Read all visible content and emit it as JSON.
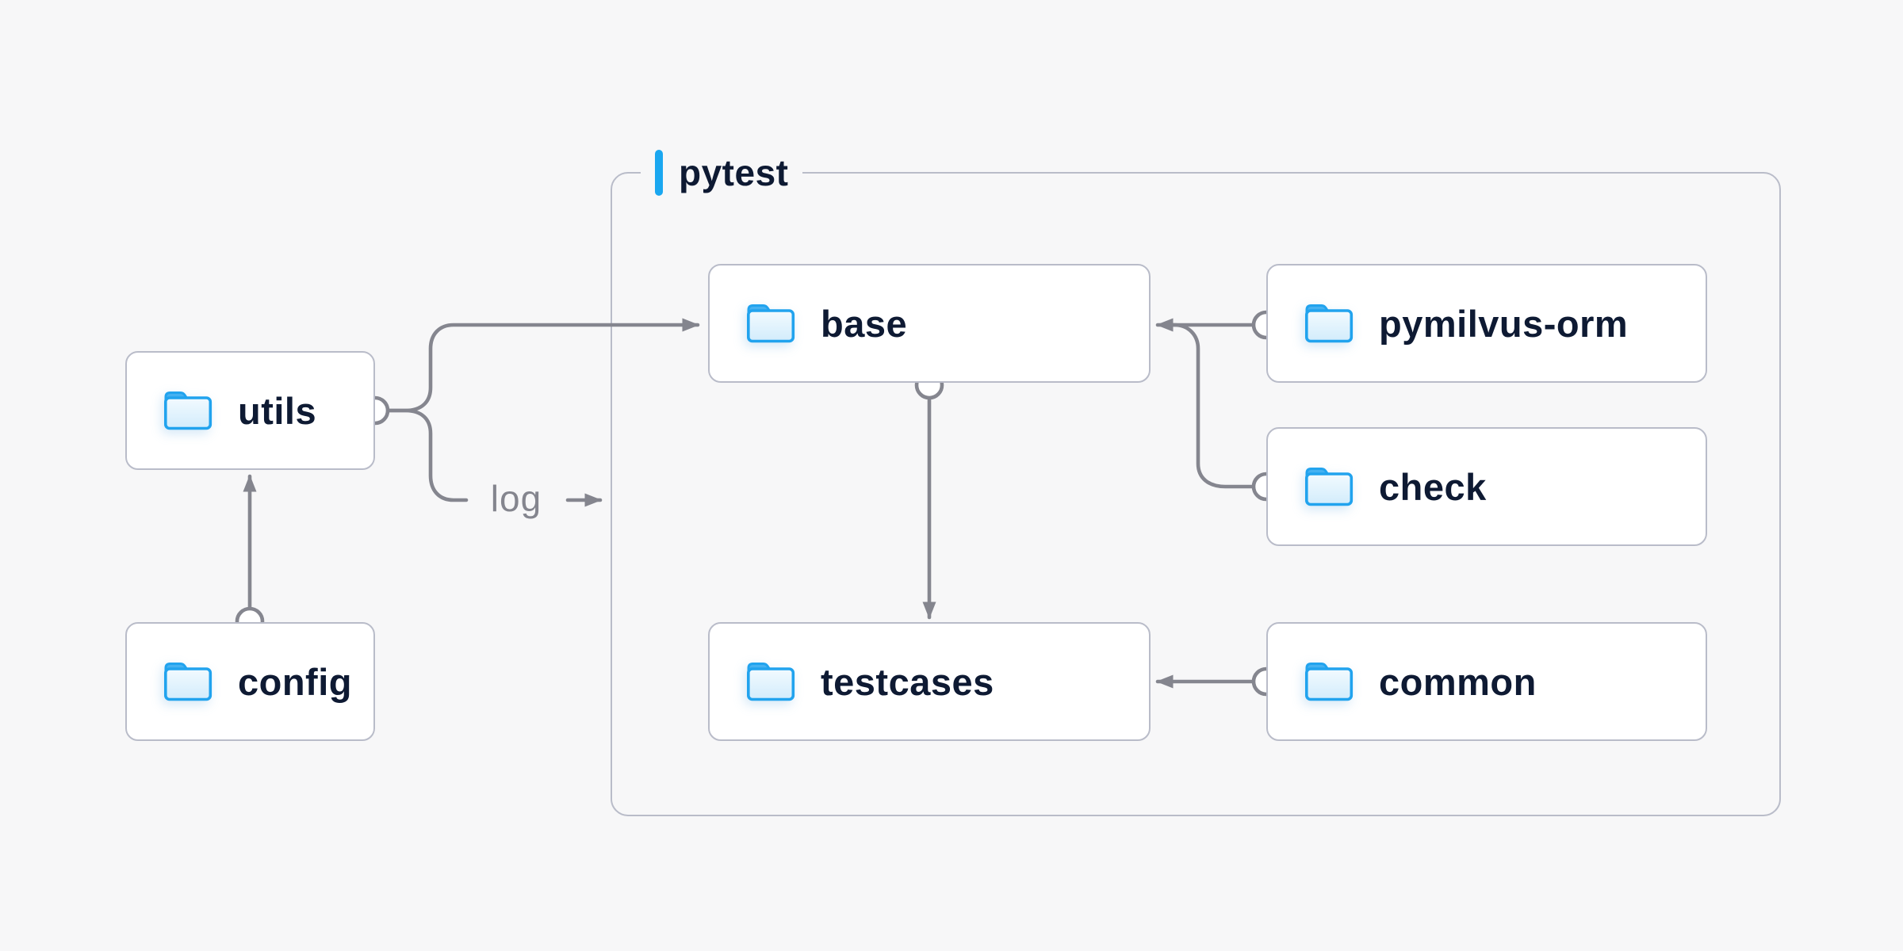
{
  "diagram": {
    "title_container": {
      "label": "pytest"
    },
    "nodes": {
      "utils": {
        "label": "utils",
        "icon": "folder-icon"
      },
      "config": {
        "label": "config",
        "icon": "folder-icon"
      },
      "base": {
        "label": "base",
        "icon": "folder-icon"
      },
      "pymilvus_orm": {
        "label": "pymilvus-orm",
        "icon": "folder-icon"
      },
      "check": {
        "label": "check",
        "icon": "folder-icon"
      },
      "testcases": {
        "label": "testcases",
        "icon": "folder-icon"
      },
      "common": {
        "label": "common",
        "icon": "folder-icon"
      }
    },
    "edge_labels": {
      "log": "log"
    },
    "edges": [
      {
        "from": "config",
        "to": "utils",
        "style": "arrow"
      },
      {
        "from": "utils",
        "to": "base",
        "style": "arrow"
      },
      {
        "from": "utils",
        "to": "pytest-container",
        "style": "arrow",
        "label": "log"
      },
      {
        "from": "base",
        "to": "testcases",
        "style": "arrow"
      },
      {
        "from": "pymilvus_orm",
        "to": "base",
        "style": "arrow"
      },
      {
        "from": "check",
        "to": "base",
        "style": "arrow-merge"
      },
      {
        "from": "common",
        "to": "testcases",
        "style": "arrow"
      }
    ],
    "colors": {
      "background": "#f7f7f8",
      "box_fill": "#ffffff",
      "box_border": "#b9bcc9",
      "text": "#0e1a33",
      "line": "#85868f",
      "accent": "#1aa7f0",
      "folder_stroke": "#21a3ee",
      "folder_fill_top": "#f2fafe",
      "folder_fill_bottom": "#d2ecfc"
    }
  }
}
